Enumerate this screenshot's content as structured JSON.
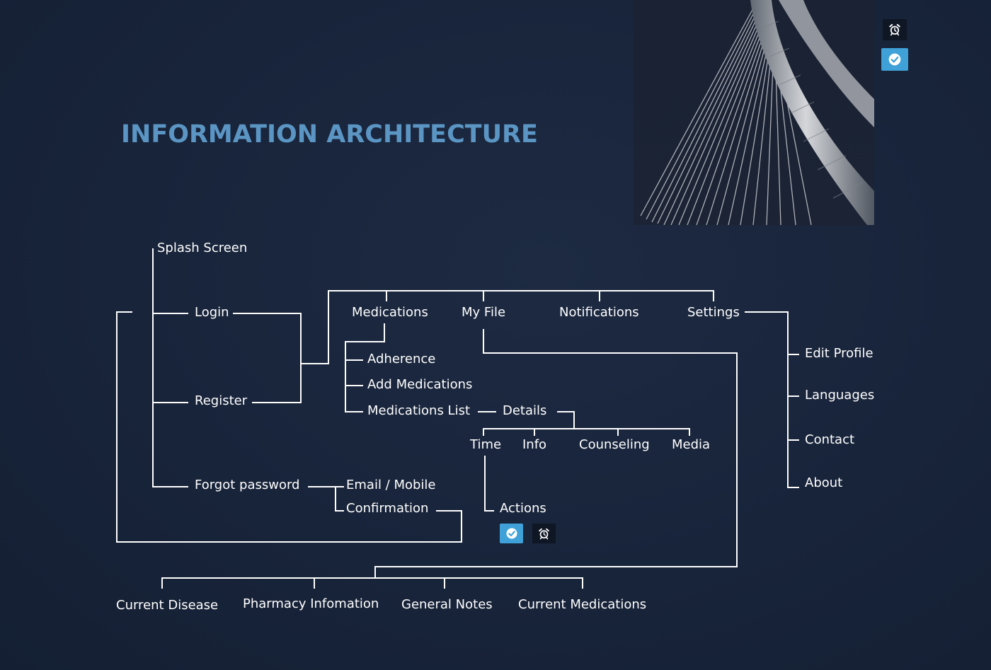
{
  "title": "INFORMATION ARCHITECTURE",
  "colors": {
    "background": "#18243a",
    "title": "#5b95c4",
    "line": "#ffffff",
    "accent_blue": "#3fa1d8",
    "icon_dark": "#0f1624"
  },
  "nodes": {
    "splash": "Splash Screen",
    "login": "Login",
    "register": "Register",
    "forgot": "Forgot password",
    "email": "Email / Mobile",
    "confirmation": "Confirmation",
    "medications": "Medications",
    "myfile": "My File",
    "notifications": "Notifications",
    "settings": "Settings",
    "adherence": "Adherence",
    "add_medications": "Add Medications",
    "med_list": "Medications List",
    "details": "Details",
    "time": "Time",
    "info": "Info",
    "counseling": "Counseling",
    "media": "Media",
    "actions": "Actions",
    "edit_profile": "Edit Profile",
    "languages": "Languages",
    "contact": "Contact",
    "about": "About",
    "current_disease": "Current Disease",
    "pharmacy": "Pharmacy Infomation",
    "general_notes": "General Notes",
    "current_medications": "Current Medications"
  },
  "icons": {
    "alarm": "alarm-clock-icon",
    "check": "check-circle-icon"
  }
}
